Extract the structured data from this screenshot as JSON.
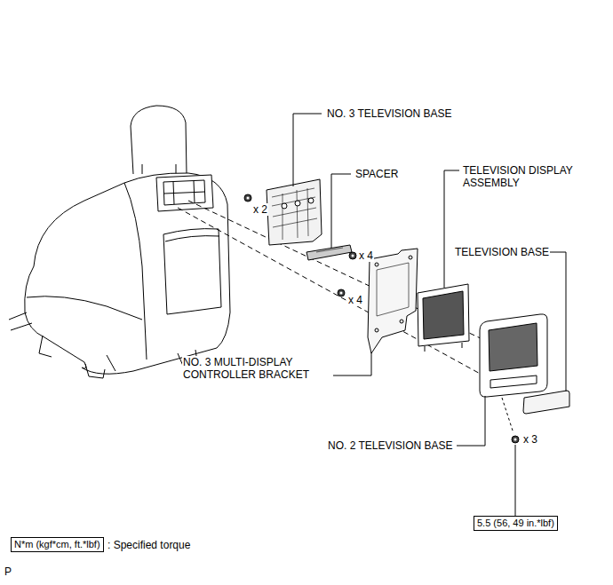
{
  "diagram": {
    "nodes": [
      {
        "text": [
          "5.5 (56, 49 in.*lbf)"
        ]
      },
      {
        "text": [
          "N*m (kgf*cm, ft.*lbf)"
        ]
      }
    ],
    "labels": [
      "NO. 3 TELEVISION BASE",
      "x 2",
      "SPACER",
      "TELEVISION DISPLAY ASSEMBLY",
      "x 4",
      "TELEVISION BASE",
      "x 4",
      "NO. 3 MULTI-DISPLAY CONTROLLER BRACKET",
      "NO. 2 TELEVISION BASE",
      "x 3",
      ": Specified torque",
      "P"
    ]
  }
}
